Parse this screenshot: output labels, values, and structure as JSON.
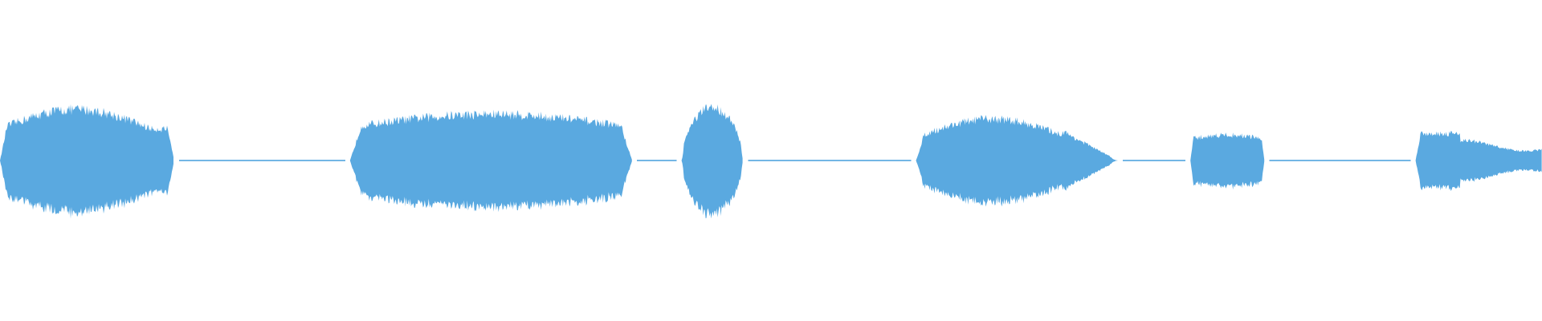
{
  "waveform": {
    "color": "#5aa9e0",
    "background": "#ffffff",
    "duration_fraction_segments": [
      {
        "start": 0.0,
        "end": 0.113,
        "peak": 0.32,
        "shape": "swell"
      },
      {
        "start": 0.227,
        "end": 0.41,
        "peak": 0.29,
        "shape": "plateau"
      },
      {
        "start": 0.442,
        "end": 0.482,
        "peak": 0.33,
        "shape": "burst"
      },
      {
        "start": 0.594,
        "end": 0.725,
        "peak": 0.26,
        "shape": "tail"
      },
      {
        "start": 0.772,
        "end": 0.82,
        "peak": 0.16,
        "shape": "short"
      },
      {
        "start": 0.918,
        "end": 1.0,
        "peak": 0.17,
        "shape": "fade"
      }
    ],
    "silence_level": 0.004
  }
}
